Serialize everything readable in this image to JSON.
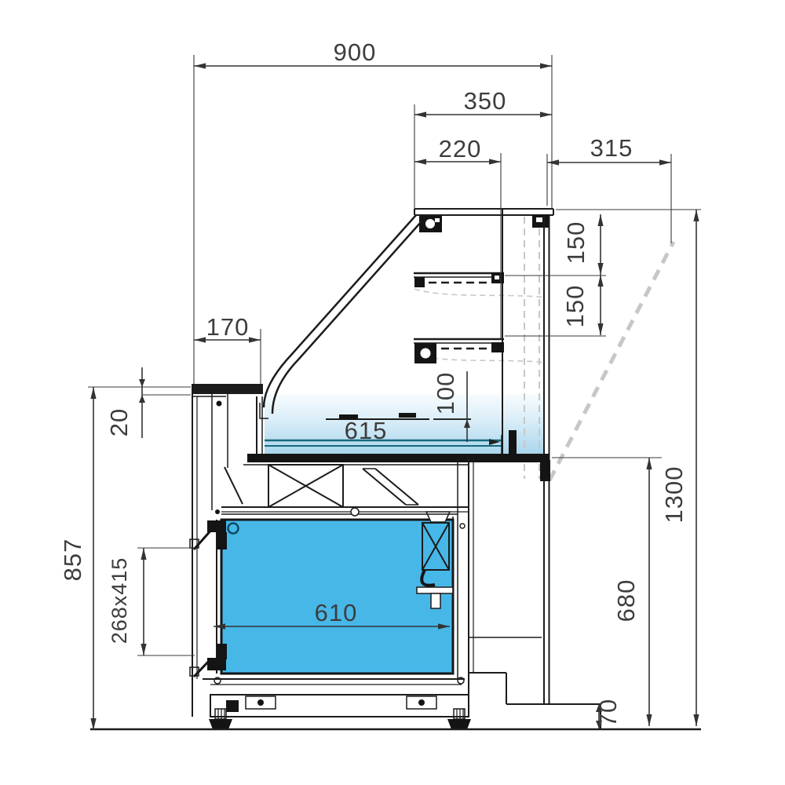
{
  "drawing": {
    "title": "refrigerated-serve-over-counter-cross-section",
    "dimensions": {
      "overall_depth": "900",
      "canopy_depth": "350",
      "shelf_depth": "220",
      "front_clearance": "315",
      "shelf_gap_upper": "150",
      "shelf_gap_lower": "150",
      "worktop_depth": "170",
      "worktop_thickness": "20",
      "worktop_height": "857",
      "rear_opening": "268x415",
      "well_width": "615",
      "well_depth": "100",
      "door_width": "610",
      "front_panel_height": "680",
      "overall_height": "1300",
      "plinth_height": "70"
    },
    "colors": {
      "line": "#1c1c1c",
      "dimension_text": "#3d3d3d",
      "cabinet_fill": "#47b7e8",
      "well_teal": "#16697e",
      "hidden_line": "#c7c7c7"
    }
  }
}
